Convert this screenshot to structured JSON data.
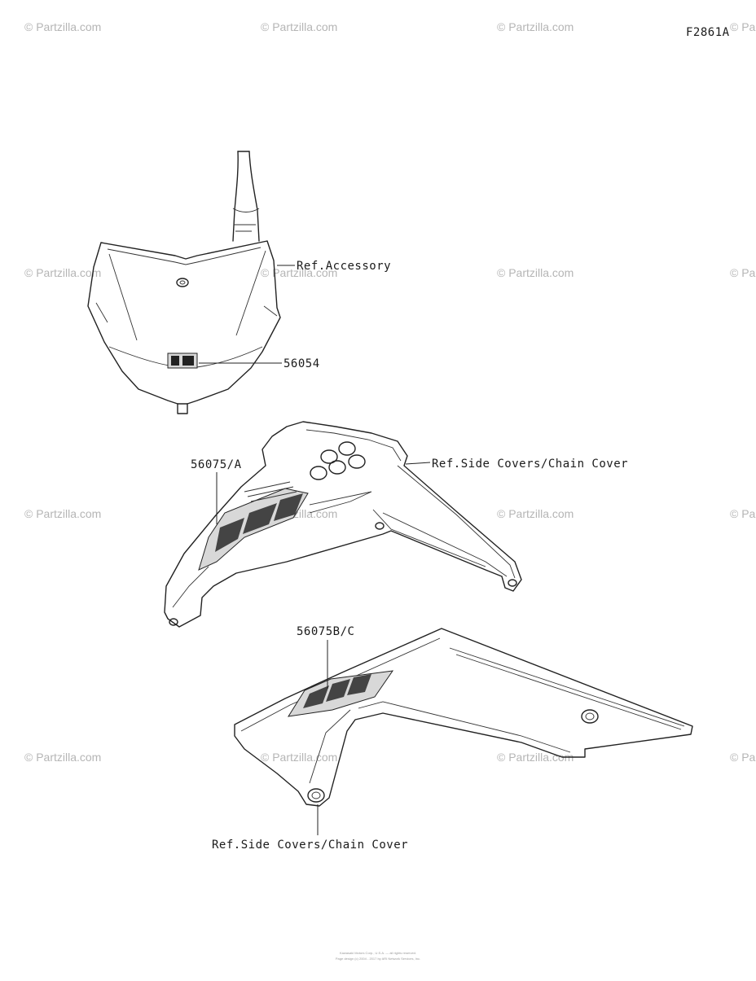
{
  "figure_code": "F2861A",
  "watermark": "© Partzilla.com",
  "labels": {
    "ref_accessory": "Ref.Accessory",
    "part_56054": "56054",
    "part_56075a": "56075/A",
    "ref_side_covers_1": "Ref.Side Covers/Chain Cover",
    "part_56075bc": "56075B/C",
    "ref_side_covers_2": "Ref.Side Covers/Chain Cover"
  },
  "footer": {
    "line1": "Kawasaki Motors Corp., U.S.A. — all rights reserved.",
    "line2": "Page design (c) 2004 - 2017 by ARI Network Services, Inc."
  }
}
